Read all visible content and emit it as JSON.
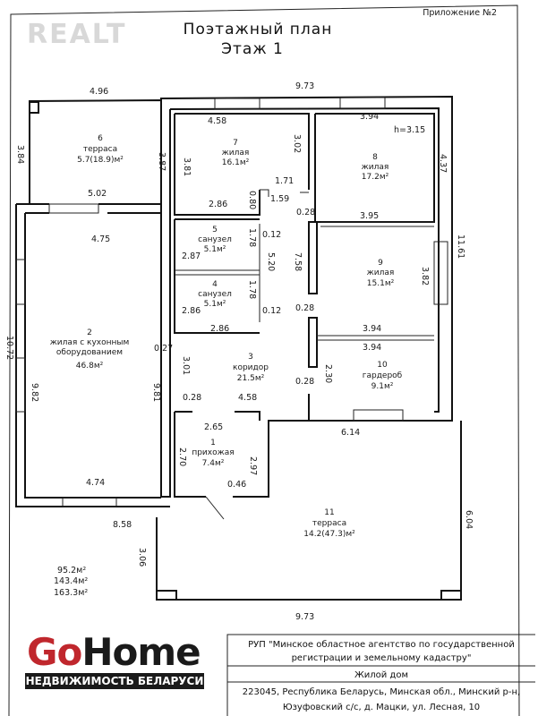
{
  "header": {
    "appendix": "Приложение №2",
    "title": "Поэтажный план",
    "subtitle": "Этаж 1",
    "watermark": "REALT"
  },
  "dims": [
    "4.96",
    "9.73",
    "4.58",
    "3.94",
    "h=3.15",
    "3.87",
    "3.84",
    "3.81",
    "3.02",
    "4.37",
    "5.02",
    "1.71",
    "0.80",
    "2.86",
    "1.59",
    "0.28",
    "4.75",
    "3.95",
    "11.61",
    "2.87",
    "1.78",
    "0.12",
    "5.20",
    "7.58",
    "3.82",
    "1.78",
    "2.86",
    "0.12",
    "0.28",
    "2.86",
    "3.94",
    "3.94",
    "10.72",
    "0.27",
    "3.01",
    "9.82",
    "9.81",
    "0.28",
    "4.58",
    "0.28",
    "2.30",
    "2.65",
    "6.14",
    "2.70",
    "2.97",
    "4.74",
    "0.46",
    "8.58",
    "6.04",
    "3.06",
    "9.73"
  ],
  "rooms": [
    {
      "num": "6",
      "name": "терраса",
      "area": "5.7(18.9)м²"
    },
    {
      "num": "7",
      "name": "жилая",
      "area": "16.1м²"
    },
    {
      "num": "8",
      "name": "жилая",
      "area": "17.2м²"
    },
    {
      "num": "5",
      "name": "санузел",
      "area": "5.1м²"
    },
    {
      "num": "4",
      "name": "санузел",
      "area": "5.1м²"
    },
    {
      "num": "9",
      "name": "жилая",
      "area": "15.1м²"
    },
    {
      "num": "2",
      "name": "жилая с кухонным",
      "name2": "оборудованием",
      "area": "46.8м²"
    },
    {
      "num": "3",
      "name": "коридор",
      "area": "21.5м²"
    },
    {
      "num": "10",
      "name": "гардероб",
      "area": "9.1м²"
    },
    {
      "num": "1",
      "name": "прихожая",
      "area": "7.4м²"
    },
    {
      "num": "11",
      "name": "терраса",
      "area": "14.2(47.3)м²"
    }
  ],
  "totals": [
    "95.2м²",
    "143.4м²",
    "163.3м²"
  ],
  "stamp": {
    "org_line1": "РУП \"Минское областное агентство по государственной",
    "org_line2": "регистрации и земельному кадастру\"",
    "object": "Жилой дом",
    "address_line1": "223045, Республика Беларусь, Минская обл., Минский р-н,",
    "address_line2": "Юзуфовский с/с, д. Мацки, ул. Лесная, 10"
  },
  "logo": {
    "go": "Go",
    "home": "Home",
    "tagline": "НЕДВИЖИМОСТЬ БЕЛАРУСИ",
    "go_color": "#c0272d"
  }
}
